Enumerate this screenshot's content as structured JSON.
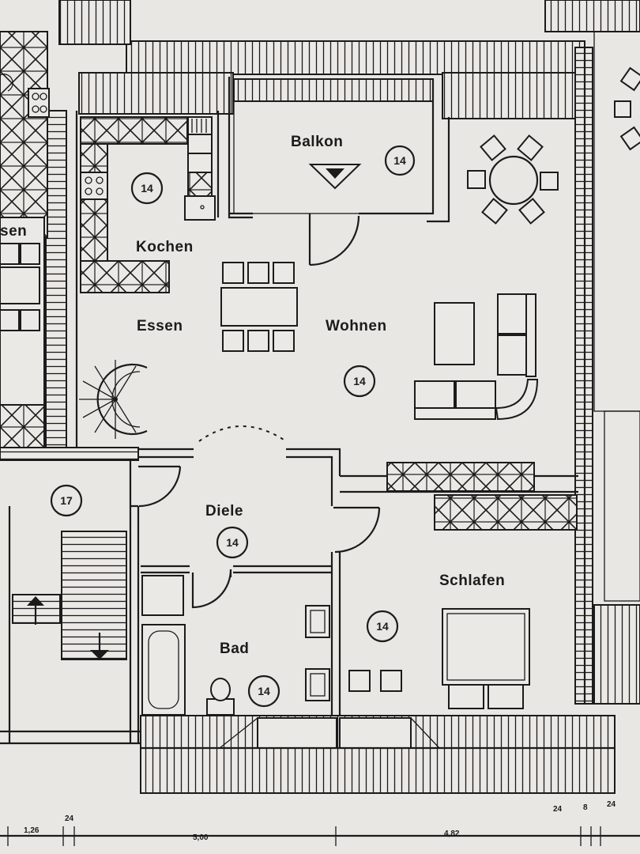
{
  "rooms": {
    "balkon": {
      "label": "Balkon",
      "number": "14"
    },
    "kochen": {
      "label": "Kochen",
      "number": "14"
    },
    "essen": {
      "label": "Essen"
    },
    "wohnen": {
      "label": "Wohnen",
      "number": "14"
    },
    "diele": {
      "label": "Diele",
      "number": "14"
    },
    "bad": {
      "label": "Bad",
      "number": "14"
    },
    "schlafen": {
      "label": "Schlafen",
      "number": "14"
    },
    "treppenhaus": {
      "number": "17"
    },
    "nachbar": {
      "label": "sen"
    }
  },
  "dimensions": {
    "d1": "1,26",
    "d2": "24",
    "d3": "5,00",
    "d4": "4,82",
    "d5": "24",
    "d6": "8",
    "d7": "24"
  },
  "colors": {
    "ink": "#1b1b1b",
    "paper": "#e9e7e3"
  }
}
